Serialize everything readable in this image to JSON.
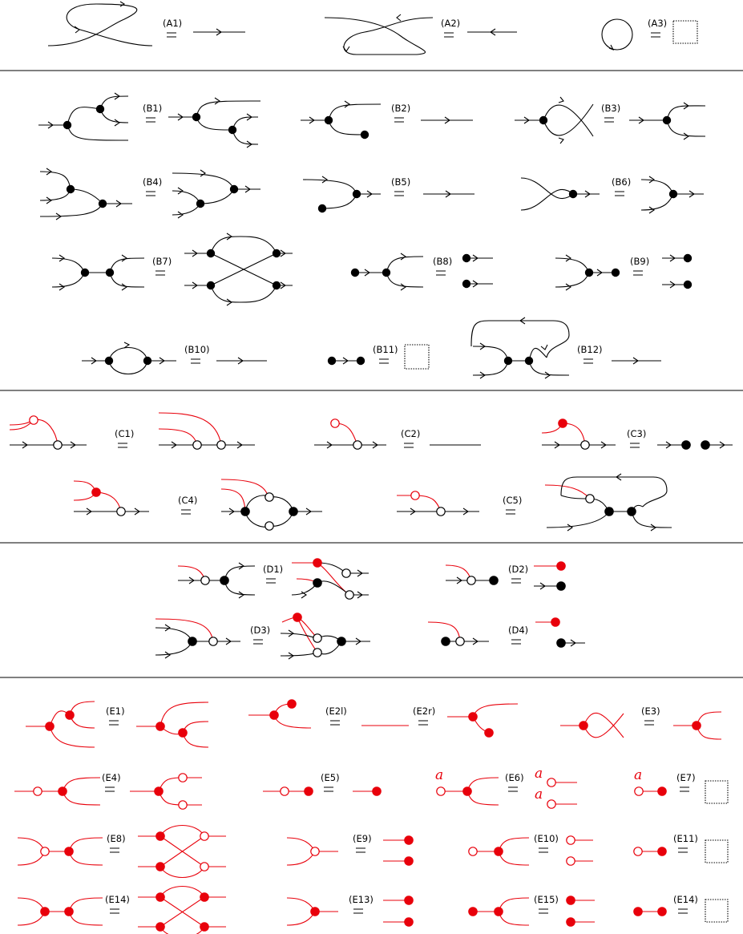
{
  "colors": {
    "ink": "#000000",
    "red": "#e8000b"
  },
  "rules": {
    "A1": "(A1)",
    "A2": "(A2)",
    "A3": "(A3)",
    "B1": "(B1)",
    "B2": "(B2)",
    "B3": "(B3)",
    "B4": "(B4)",
    "B5": "(B5)",
    "B6": "(B6)",
    "B7": "(B7)",
    "B8": "(B8)",
    "B9": "(B9)",
    "B10": "(B10)",
    "B11": "(B11)",
    "B12": "(B12)",
    "C1": "(C1)",
    "C2": "(C2)",
    "C3": "(C3)",
    "C4": "(C4)",
    "C5": "(C5)",
    "D1": "(D1)",
    "D2": "(D2)",
    "D3": "(D3)",
    "D4": "(D4)",
    "E1": "(E1)",
    "E2l": "(E2l)",
    "E2r": "(E2r)",
    "E3": "(E3)",
    "E4": "(E4)",
    "E5": "(E5)",
    "E6": "(E6)",
    "E7": "(E7)",
    "E8": "(E8)",
    "E9": "(E9)",
    "E10": "(E10)",
    "E11": "(E11)",
    "E14a": "(E14)",
    "E13": "(E13)",
    "E15": "(E15)",
    "E14b": "(E14)"
  },
  "letter": "a"
}
